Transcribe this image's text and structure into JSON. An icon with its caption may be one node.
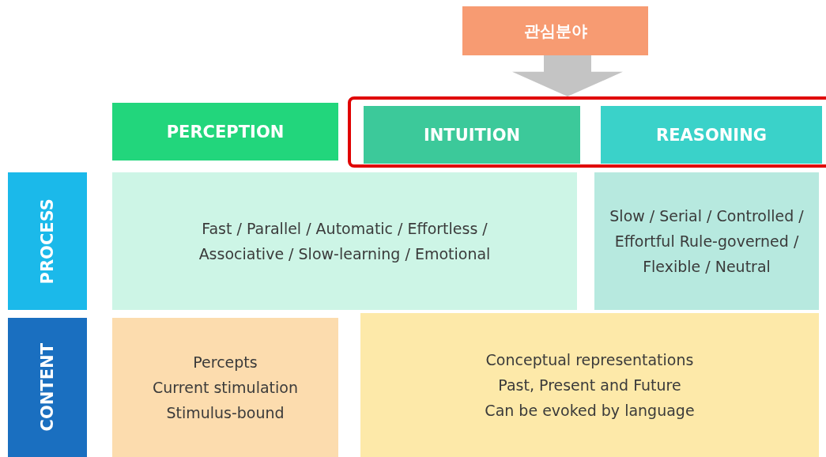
{
  "diagram": {
    "nodes": [
      {
        "text": [
          "관심분야"
        ]
      },
      {
        "text": [
          "PERCEPTION"
        ]
      },
      {
        "text": [],
        "shape": "box"
      },
      {
        "text": [
          "INTUITION"
        ],
        "in": 2
      },
      {
        "text": [
          "REASONING"
        ],
        "in": 2
      },
      {
        "text": [
          "PROCESS"
        ]
      },
      {
        "text": [
          "Fast / Parallel / Automatic / Effortless / Associative / Slow-learning / Emotional"
        ]
      },
      {
        "text": [
          "Slow / Serial / Controlled / Effortful Rule-governed / Flexible / Neutral"
        ]
      },
      {
        "text": [
          "CONTENT"
        ]
      },
      {
        "text": [
          "Percepts",
          "Current stimulation",
          "Stimulus-bound"
        ]
      },
      {
        "text": [
          "Conceptual representations",
          "Past, Present and Future",
          "Can be evoked by language"
        ]
      }
    ],
    "edges": [
      {
        "from": 0,
        "to": 2,
        "arrow": "to"
      }
    ]
  }
}
